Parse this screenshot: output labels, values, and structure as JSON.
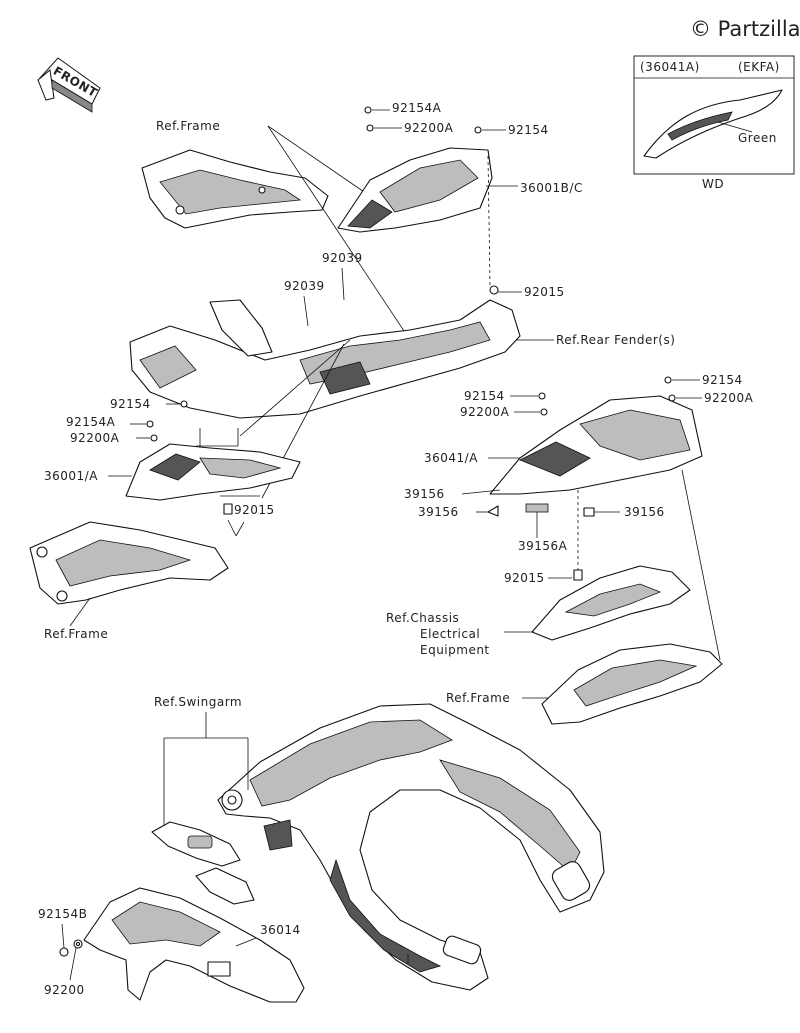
{
  "watermark": "© Partzilla",
  "front_badge": "FRONT",
  "inset": {
    "left_code": "(36041A)",
    "right_code": "(EKFA)",
    "color_label": "Green",
    "model": "WD"
  },
  "labels": {
    "ref_frame_top": "Ref.Frame",
    "p92154A_top": "92154A",
    "p92200A_top": "92200A",
    "p92154_top": "92154",
    "p36001BC": "36001B/C",
    "p92039_a": "92039",
    "p92039_b": "92039",
    "p92015_top": "92015",
    "ref_rear_fender": "Ref.Rear Fender(s)",
    "p92154_left": "92154",
    "p92154A_left": "92154A",
    "p92200A_left": "92200A",
    "p36001A": "36001/A",
    "p92015_left": "92015",
    "ref_frame_left": "Ref.Frame",
    "p92154_mid": "92154",
    "p92200A_mid": "92200A",
    "p92154_right": "92154",
    "p92200A_right": "92200A",
    "p36041A": "36041/A",
    "p39156_a": "39156",
    "p39156_b": "39156",
    "p39156_c": "39156",
    "p39156A": "39156A",
    "p92015_mid": "92015",
    "ref_chassis_1": "Ref.Chassis",
    "ref_chassis_2": "Electrical",
    "ref_chassis_3": "Equipment",
    "ref_frame_right": "Ref.Frame",
    "ref_swingarm": "Ref.Swingarm",
    "p92154B": "92154B",
    "p36014": "36014",
    "p92200": "92200"
  }
}
